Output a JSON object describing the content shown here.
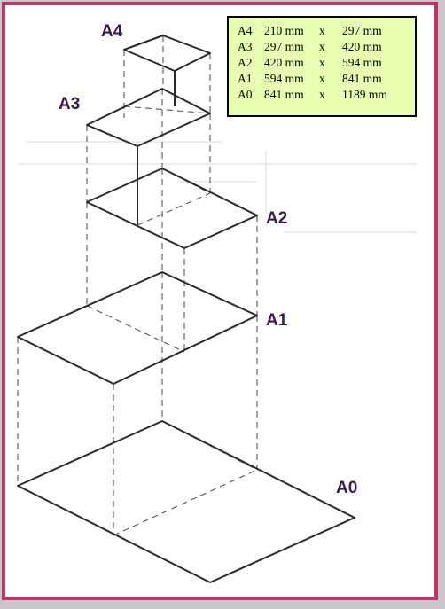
{
  "labels": {
    "a4": "A4",
    "a3": "A3",
    "a2": "A2",
    "a1": "A1",
    "a0": "A0"
  },
  "legend": [
    {
      "name": "A4",
      "width": "210 mm",
      "x": "x",
      "height": "297 mm"
    },
    {
      "name": "A3",
      "width": "297 mm",
      "x": "x",
      "height": "420 mm"
    },
    {
      "name": "A2",
      "width": "420 mm",
      "x": "x",
      "height": "594 mm"
    },
    {
      "name": "A1",
      "width": "594 mm",
      "x": "x",
      "height": "841 mm"
    },
    {
      "name": "A0",
      "width": "841 mm",
      "x": "x",
      "height": "1189 mm"
    }
  ],
  "colors": {
    "frame": "#c03566",
    "legend_bg": "#e7ffb0",
    "label_text": "#3a1848",
    "outside_bg": "#c9c6cc"
  }
}
